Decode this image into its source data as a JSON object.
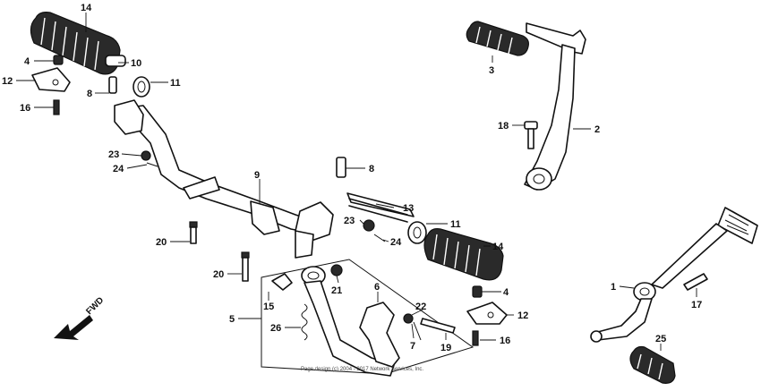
{
  "callouts": {
    "c1": "1",
    "c2": "2",
    "c3": "3",
    "c4a": "4",
    "c4b": "4",
    "c5": "5",
    "c6": "6",
    "c7": "7",
    "c8a": "8",
    "c8b": "8",
    "c9": "9",
    "c10": "10",
    "c11a": "11",
    "c11b": "11",
    "c12a": "12",
    "c12b": "12",
    "c13": "13",
    "c14a": "14",
    "c14b": "14",
    "c15": "15",
    "c16a": "16",
    "c16b": "16",
    "c17": "17",
    "c18": "18",
    "c19": "19",
    "c20a": "20",
    "c20b": "20",
    "c21": "21",
    "c22": "22",
    "c23a": "23",
    "c23b": "23",
    "c24a": "24",
    "c24b": "24",
    "c25": "25",
    "c26": "26"
  },
  "fwd_label": "FWD",
  "copyright": "Page design (c) 2004 - 2017 Network Services, Inc."
}
